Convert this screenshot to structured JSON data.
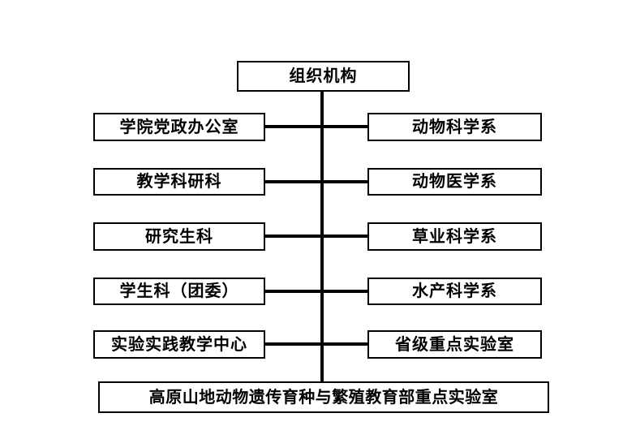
{
  "chart": {
    "type": "org-chart",
    "root": {
      "label": "组织机构"
    },
    "left_branches": [
      {
        "label": "学院党政办公室"
      },
      {
        "label": "教学科研科"
      },
      {
        "label": "研究生科"
      },
      {
        "label": "学生科（团委）"
      },
      {
        "label": "实验实践教学中心"
      }
    ],
    "right_branches": [
      {
        "label": "动物科学系"
      },
      {
        "label": "动物医学系"
      },
      {
        "label": "草业科学系"
      },
      {
        "label": "水产科学系"
      },
      {
        "label": "省级重点实验室"
      }
    ],
    "bottom": {
      "label": "高原山地动物遗传育种与繁殖教育部重点实验室"
    },
    "colors": {
      "background": "#ffffff",
      "box_border": "#000000",
      "line": "#000000",
      "text": "#000000"
    }
  }
}
